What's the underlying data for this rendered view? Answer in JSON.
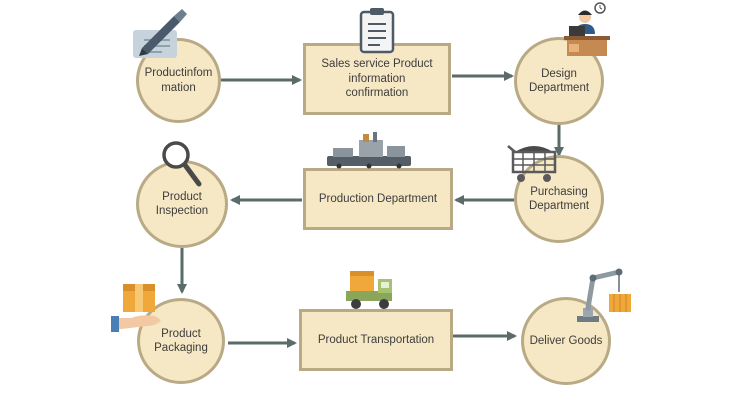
{
  "colors": {
    "node_fill": "#f6e8c4",
    "node_border": "#b9aa86",
    "arrow": "#5b6b6a",
    "text": "#3d3d3d"
  },
  "nodes": {
    "product_information": "Productinfom\nmation",
    "sales_service": "Sales service Product\ninformation\nconfirmation",
    "design_department": "Design\nDepartment",
    "purchasing_department": "Purchasing\nDepartment",
    "production_department": "Production Department",
    "product_inspection": "Product\nInspection",
    "product_packaging": "Product\nPackaging",
    "product_transportation": "Product Transportation",
    "deliver_goods": "Deliver Goods"
  },
  "icons": {
    "product_information": "pen-paper-icon",
    "sales_service": "clipboard-icon",
    "design_department": "designer-desk-icon",
    "purchasing_department": "shopping-cart-icon",
    "production_department": "factory-machine-icon",
    "product_inspection": "magnifier-icon",
    "product_packaging": "box-in-hand-icon",
    "product_transportation": "delivery-truck-icon",
    "deliver_goods": "crane-icon"
  }
}
